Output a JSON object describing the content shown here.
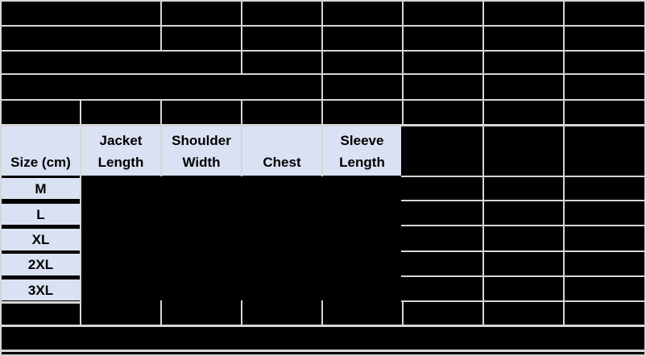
{
  "sheet": {
    "colors": {
      "page_bg": "#000000",
      "grid_line": "#d6d6d6",
      "cell_fill": "#d9e1f2",
      "text": "#000000"
    },
    "header": {
      "size": {
        "top": "",
        "bottom": "Size (cm)"
      },
      "jacket": {
        "top": "Jacket",
        "bottom": "Length"
      },
      "shoulder": {
        "top": "Shoulder",
        "bottom": "Width"
      },
      "chest": {
        "top": "",
        "bottom": "Chest"
      },
      "sleeve": {
        "top": "Sleeve",
        "bottom": "Length"
      }
    },
    "sizes": [
      "M",
      "L",
      "XL",
      "2XL",
      "3XL"
    ]
  }
}
